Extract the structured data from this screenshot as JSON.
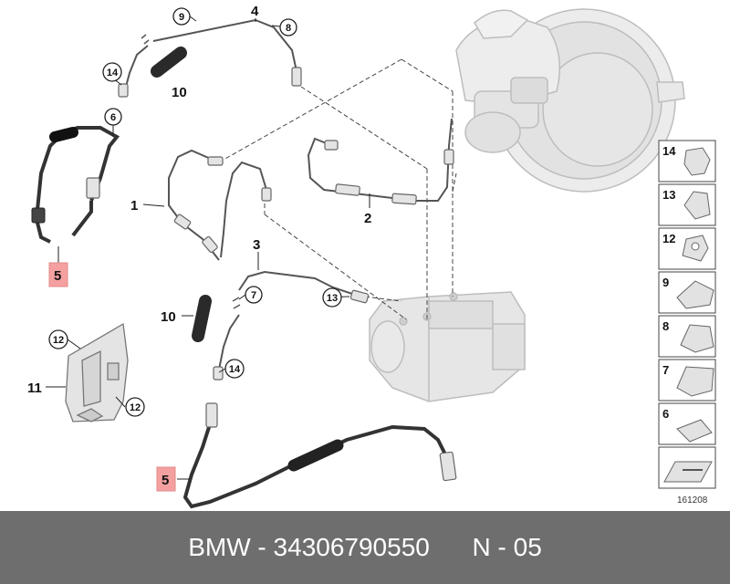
{
  "callouts": {
    "c1": "1",
    "c2": "2",
    "c3": "3",
    "c4": "4",
    "c5a": "5",
    "c5b": "5",
    "c10a": "10",
    "c10b": "10",
    "c11": "11"
  },
  "circled": {
    "n9": "9",
    "n8": "8",
    "n14a": "14",
    "n6": "6",
    "n7": "7",
    "n13": "13",
    "n14b": "14",
    "n12a": "12",
    "n12b": "12"
  },
  "side_panel": [
    "14",
    "13",
    "12",
    "9",
    "8",
    "7",
    "6"
  ],
  "image_code": "161208",
  "footer": {
    "brand": "BMW",
    "part_number": "34306790550",
    "page": "N - 05",
    "separator": " - "
  },
  "colors": {
    "highlight": "#f4a0a0",
    "footer_bg": "#6e6e6e",
    "line": "#555555",
    "part_fill": "#e4e4e4"
  }
}
